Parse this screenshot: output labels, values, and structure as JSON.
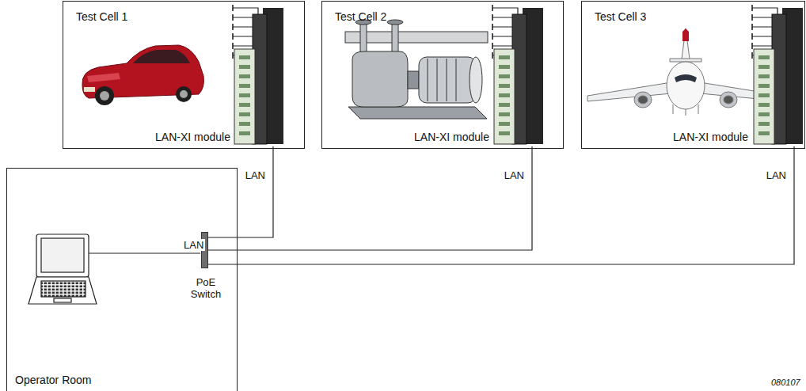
{
  "diagram": {
    "nodes": [
      {
        "text": [
          "Test Cell 1"
        ]
      },
      {
        "text": [
          "LAN-XI module"
        ],
        "in": 0
      },
      {
        "text": [
          "Test Cell 2"
        ]
      },
      {
        "text": [
          "LAN-XI module"
        ],
        "in": 2
      },
      {
        "text": [
          "Test Cell 3"
        ]
      },
      {
        "text": [
          "LAN-XI module"
        ],
        "in": 4
      },
      {
        "text": [
          "Operator Room"
        ]
      },
      {
        "text": [
          "PoE Switch"
        ],
        "in": 6
      }
    ],
    "edges": [
      {
        "from": 1,
        "to": 7,
        "label": "LAN",
        "arrow": "none"
      },
      {
        "from": 3,
        "to": 7,
        "label": "LAN",
        "arrow": "none"
      },
      {
        "from": 5,
        "to": 7,
        "label": "LAN",
        "arrow": "none"
      }
    ],
    "labels": [
      "LAN",
      "080107"
    ]
  }
}
